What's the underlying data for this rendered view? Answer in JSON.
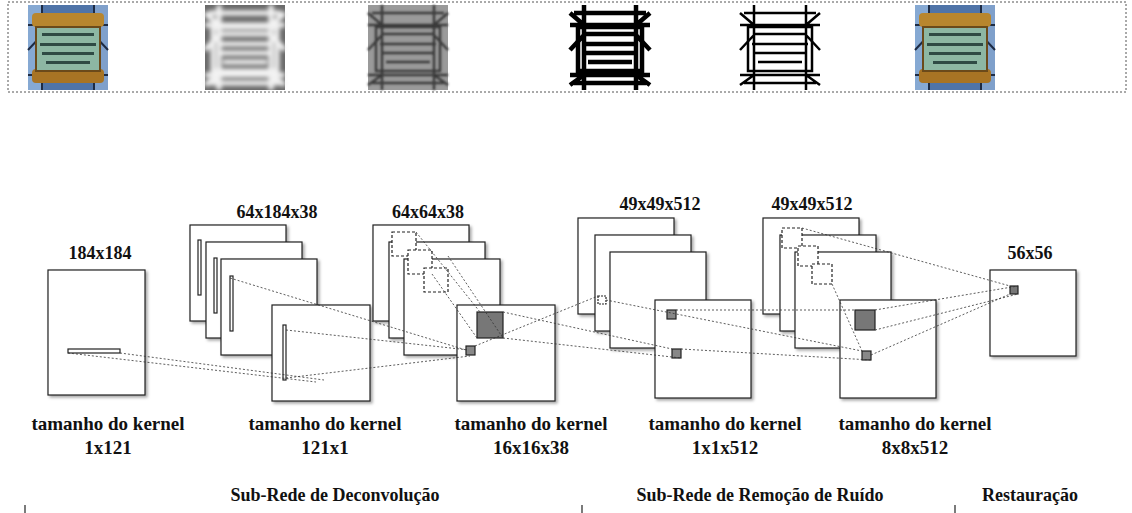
{
  "diagram": {
    "labels": [
      "64x184x38",
      "64x64x38",
      "49x49x512",
      "49x49x512",
      "184x184",
      "56x56",
      "tamanho do kernel 1x121",
      "tamanho do kernel 121x1",
      "tamanho do kernel 16x16x38",
      "tamanho do kernel 1x1x512",
      "tamanho do kernel 8x8x512",
      "Sub-Rede de Deconvolução",
      "Sub-Rede de Remoção de Ruído",
      "Restauração"
    ]
  }
}
